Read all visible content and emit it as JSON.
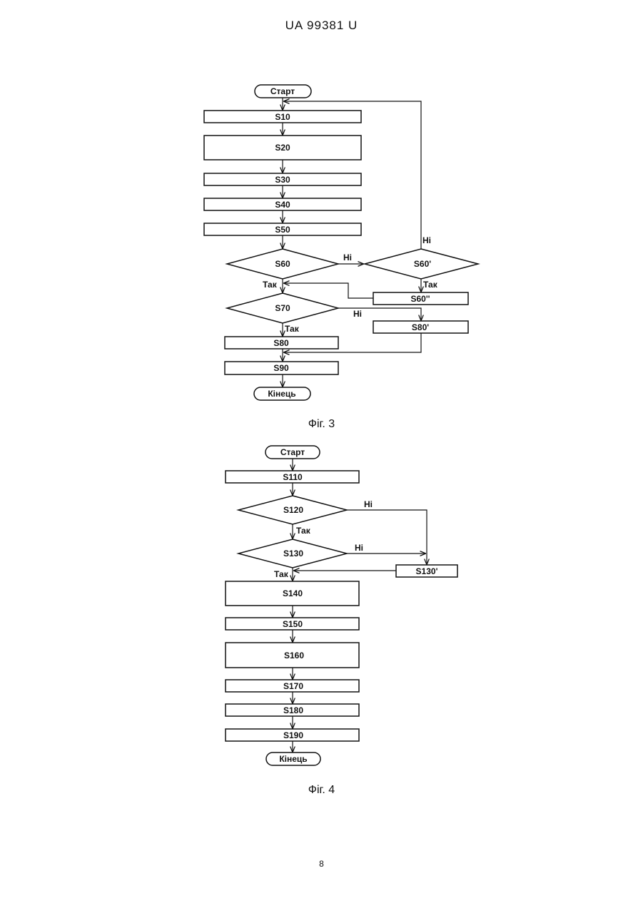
{
  "header": {
    "doc_id": "UA   99381   U"
  },
  "fig3": {
    "caption": "Фіг. 3",
    "start": "Старт",
    "s10": "S10",
    "s20": "S20",
    "s30": "S30",
    "s40": "S40",
    "s50": "S50",
    "s60": "S60",
    "s60p": "S60'",
    "s60pp": "S60''",
    "s70": "S70",
    "s80p": "S80'",
    "s80": "S80",
    "s90": "S90",
    "end": "Кінець",
    "yes": "Так",
    "no": "Ні"
  },
  "fig4": {
    "caption": "Фіг. 4",
    "start": "Старт",
    "s110": "S110",
    "s120": "S120",
    "s130": "S130",
    "s130p": "S130'",
    "s140": "S140",
    "s150": "S150",
    "s160": "S160",
    "s170": "S170",
    "s180": "S180",
    "s190": "S190",
    "end": "Кінець",
    "yes": "Так",
    "no": "Ні"
  },
  "page_number": "8"
}
